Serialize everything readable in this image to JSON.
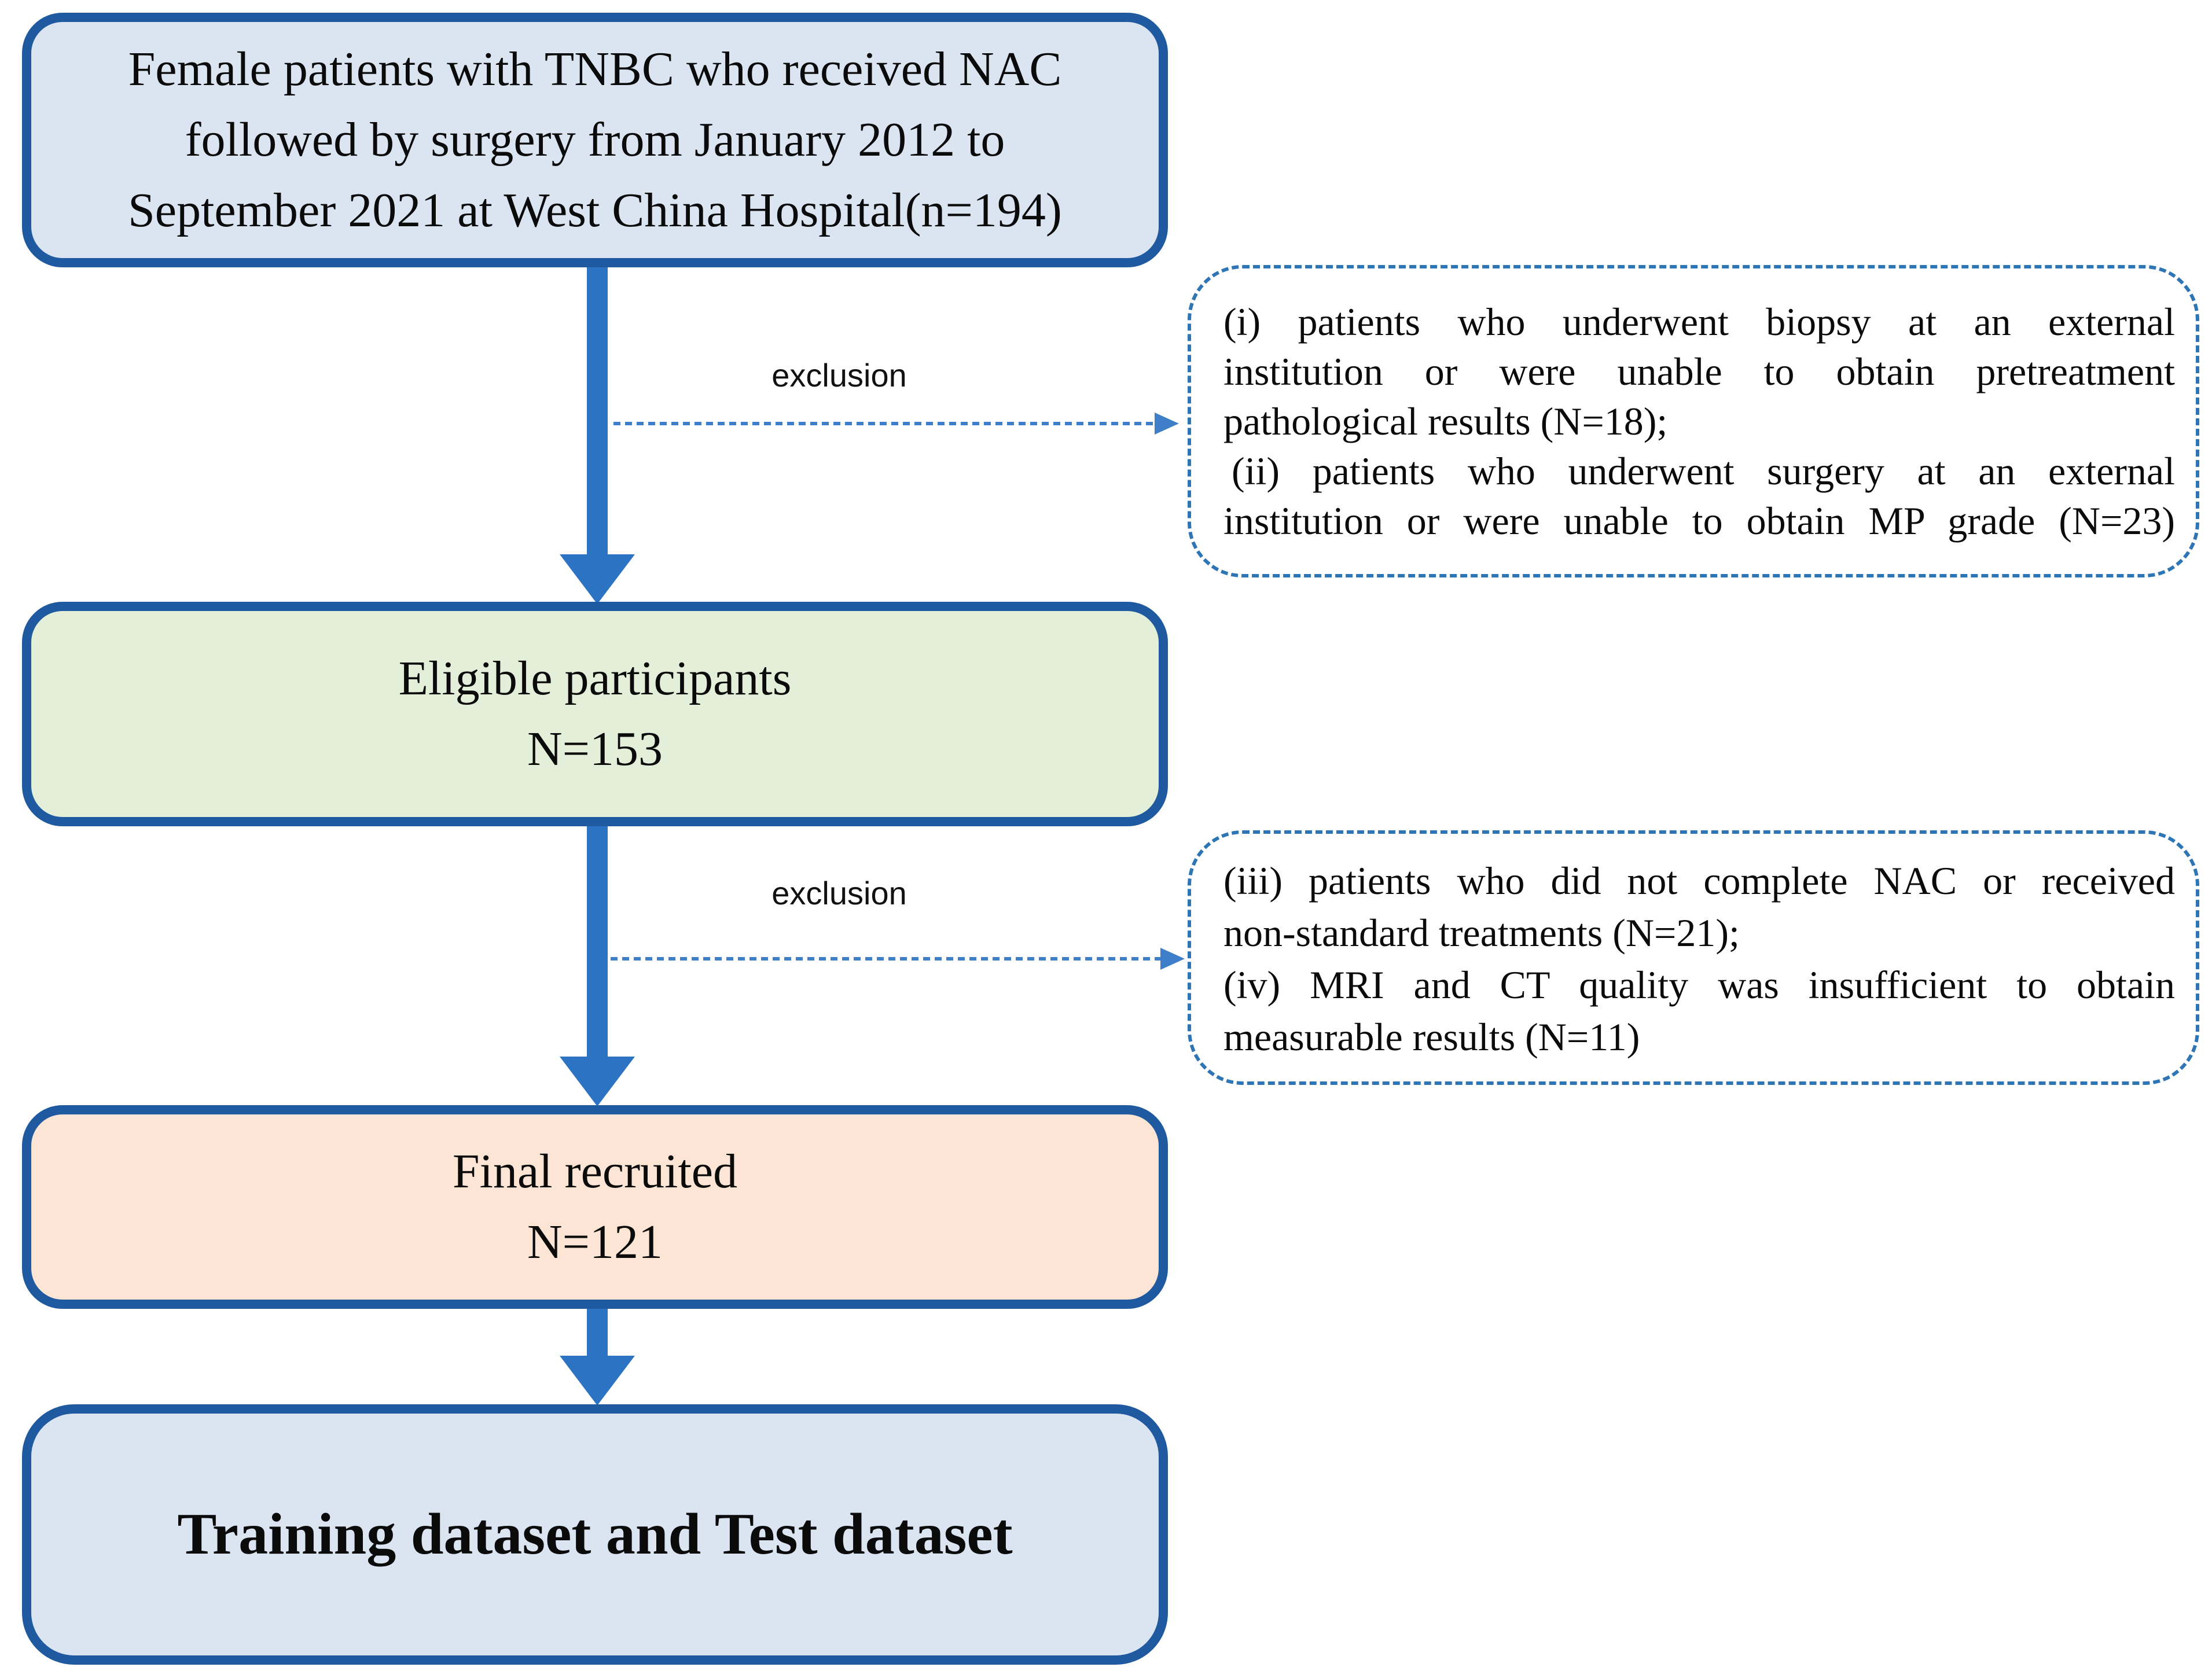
{
  "flowchart": {
    "top_box": {
      "lines": [
        "Female patients with TNBC who received NAC",
        "followed by surgery from January 2012 to",
        "September 2021 at West China Hospital(n=194)"
      ]
    },
    "exclusion_labels": {
      "first": "exclusion",
      "second": "exclusion"
    },
    "exclusion_box_1": {
      "lines": [
        "(i) patients who underwent biopsy at an external",
        "institution or were unable to obtain pretreatment",
        "pathological results (N=18);",
        "(ii) patients who underwent surgery at an external",
        "institution or were unable to obtain MP grade (N=23)"
      ]
    },
    "exclusion_box_2": {
      "lines": [
        "(iii) patients who did not complete NAC or received",
        "non-standard treatments (N=21);",
        "(iv) MRI and CT quality was insufficient to obtain",
        "measurable results (N=11)"
      ]
    },
    "eligible_box": {
      "title": "Eligible participants",
      "count": "N=153"
    },
    "final_box": {
      "title": "Final recruited",
      "count": "N=121"
    },
    "dataset_box": {
      "label": "Training dataset and Test dataset"
    },
    "colors": {
      "box_border": "#1f5aa0",
      "box_fill_blue": "#dbe5f2",
      "box_fill_green": "#e3efd9",
      "box_fill_orange": "#fce5d4",
      "arrow_blue": "#2d73c4",
      "dashed_blue": "#2e75b6",
      "text": "#0b0b0b"
    }
  }
}
